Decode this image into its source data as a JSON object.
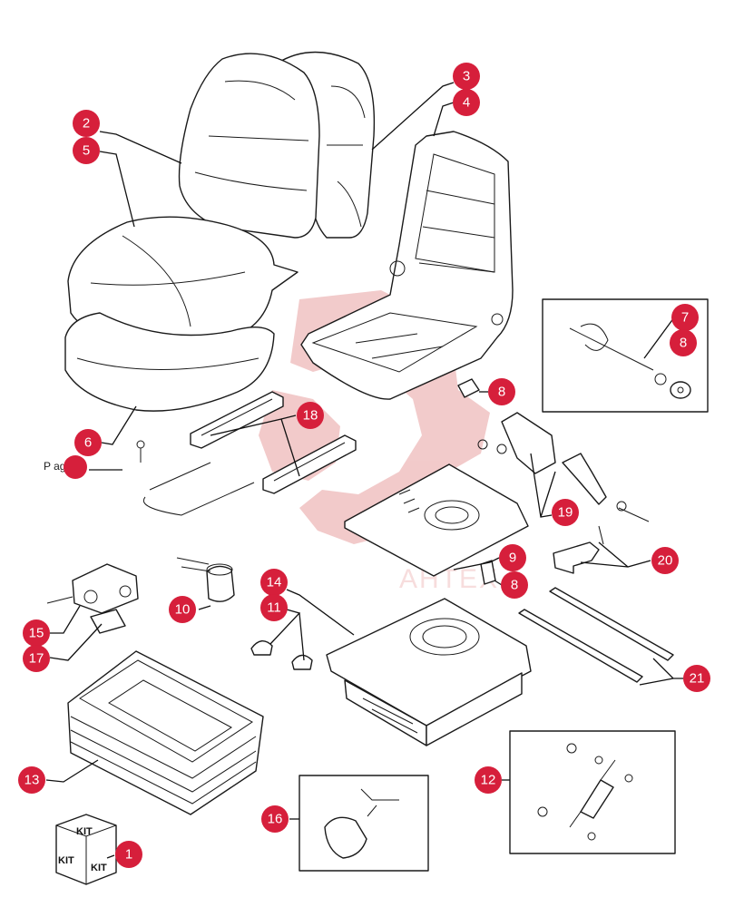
{
  "watermark": {
    "text": "AHTEX",
    "color": "#e8a0a0"
  },
  "badge_color": "#d61f3b",
  "kit_labels": [
    "KIT",
    "KIT",
    "KIT"
  ],
  "page_reference": "P ag.3 3",
  "callouts": {
    "c1": "1",
    "c2": "2",
    "c3": "3",
    "c4": "4",
    "c5": "5",
    "c6": "6",
    "c7": "7",
    "c8a": "8",
    "c8b": "8",
    "c8c": "8",
    "c8d": "8",
    "c9": "9",
    "c10": "10",
    "c11": "11",
    "c12": "12",
    "c13": "13",
    "c14": "14",
    "c15": "15",
    "c16": "16",
    "c17": "17",
    "c18": "18",
    "c19": "19",
    "c20": "20",
    "c21": "21"
  }
}
